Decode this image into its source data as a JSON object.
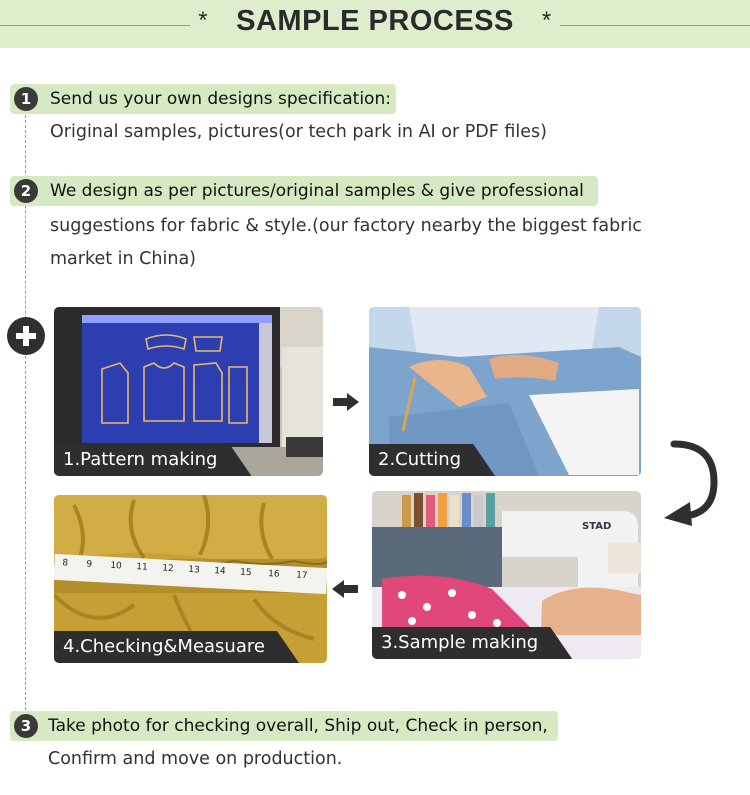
{
  "header": {
    "title": "SAMPLE PROCESS",
    "star": "*"
  },
  "steps": [
    {
      "number": "1",
      "head": "Send us your own designs specification:",
      "lines": [
        "Original samples, pictures(or tech park in AI or PDF files)"
      ]
    },
    {
      "number": "2",
      "head": "We design as per pictures/original samples & give professional",
      "lines": [
        "suggestions for fabric & style.(our factory nearby the biggest fabric",
        "market in China)"
      ]
    },
    {
      "number": "3",
      "head": "Take photo for checking overall, Ship out, Check in person,",
      "lines": [
        "Confirm and move on production."
      ]
    }
  ],
  "photos": [
    {
      "caption": "1.Pattern making"
    },
    {
      "caption": "2.Cutting"
    },
    {
      "caption": "3.Sample making"
    },
    {
      "caption": "4.Checking&Measuare"
    }
  ],
  "tape_numbers": [
    "8",
    "9",
    "10",
    "11",
    "12",
    "13",
    "14",
    "15",
    "16",
    "17"
  ],
  "sewing_brand": "STAD",
  "icons": [
    "plus-circle-icon",
    "arrow-right-icon",
    "curved-arrow-down-icon",
    "arrow-left-icon"
  ],
  "colors": {
    "banner": "#deeecd",
    "pill": "#d7e9c2",
    "badge": "#3a3a3a",
    "caption": "#2e2e2e"
  }
}
